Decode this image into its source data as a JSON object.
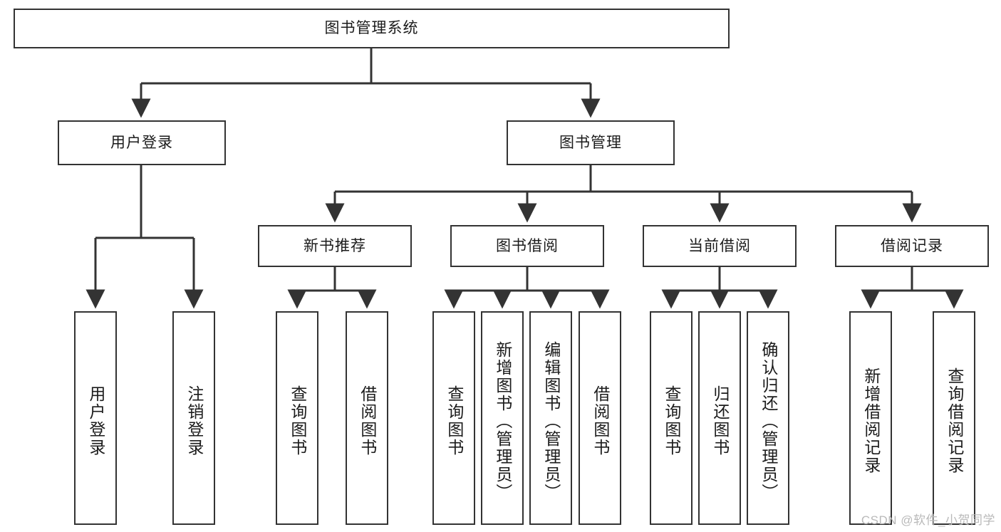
{
  "diagram": {
    "title": "图书管理系统",
    "type": "tree",
    "watermark": "CSDN @软件_小贺同学",
    "colors": {
      "stroke": "#333333",
      "fill": "#ffffff",
      "text": "#1b1b1b",
      "watermark": "#b9b9b9"
    },
    "root": {
      "label": "图书管理系统"
    },
    "level2": [
      {
        "id": "user-login",
        "label": "用户登录"
      },
      {
        "id": "book-management",
        "label": "图书管理"
      }
    ],
    "level3": [
      {
        "id": "new-book-recommend",
        "label": "新书推荐",
        "parent": "book-management"
      },
      {
        "id": "book-borrow",
        "label": "图书借阅",
        "parent": "book-management"
      },
      {
        "id": "current-borrow",
        "label": "当前借阅",
        "parent": "book-management"
      },
      {
        "id": "borrow-record",
        "label": "借阅记录",
        "parent": "book-management"
      }
    ],
    "leaves": {
      "user-login": [
        {
          "id": "leaf-user-login",
          "label": "用户登录"
        },
        {
          "id": "leaf-logout",
          "label": "注销登录"
        }
      ],
      "new-book-recommend": [
        {
          "id": "leaf-query-book-1",
          "label": "查询图书"
        },
        {
          "id": "leaf-borrow-book-1",
          "label": "借阅图书"
        }
      ],
      "book-borrow": [
        {
          "id": "leaf-query-book-2",
          "label": "查询图书"
        },
        {
          "id": "leaf-add-book",
          "label": "新增图书（管理员）"
        },
        {
          "id": "leaf-edit-book",
          "label": "编辑图书（管理员）"
        },
        {
          "id": "leaf-borrow-book-2",
          "label": "借阅图书"
        }
      ],
      "current-borrow": [
        {
          "id": "leaf-query-book-3",
          "label": "查询图书"
        },
        {
          "id": "leaf-return-book",
          "label": "归还图书"
        },
        {
          "id": "leaf-confirm-return",
          "label": "确认归还（管理员）"
        }
      ],
      "borrow-record": [
        {
          "id": "leaf-add-record",
          "label": "新增借阅记录"
        },
        {
          "id": "leaf-query-record",
          "label": "查询借阅记录"
        }
      ]
    }
  }
}
